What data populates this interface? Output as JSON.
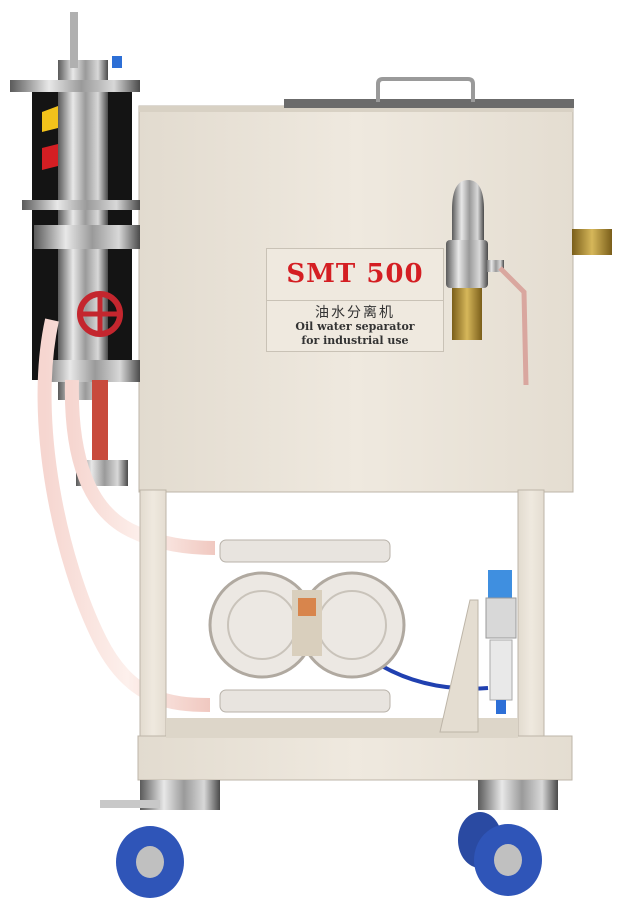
{
  "nameplate": {
    "model": "SMT 500",
    "name_cn": "油水分离机",
    "desc_line1": "Oil water separator",
    "desc_line2": "for industrial use"
  },
  "colors": {
    "body_panel": "#ece6dc",
    "accent_red": "#d41e23",
    "caster_blue": "#2f55b8",
    "brass": "#b89a3c"
  }
}
